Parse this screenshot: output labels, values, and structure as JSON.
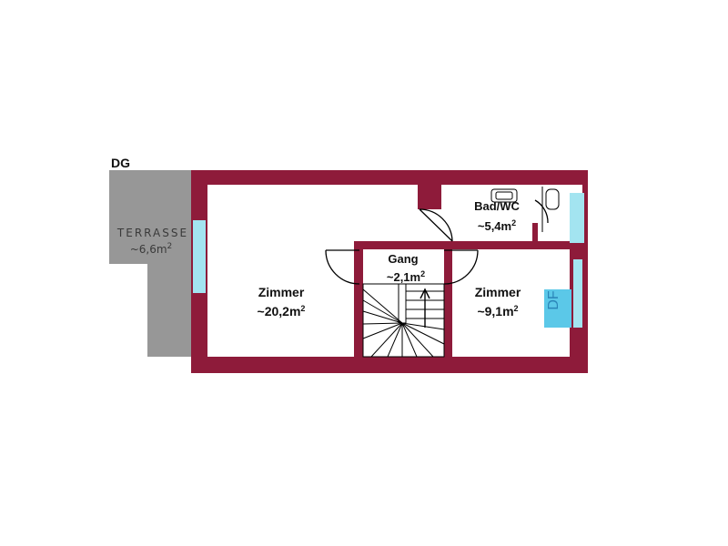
{
  "floor_label": "DG",
  "colors": {
    "wall": "#8e1b3a",
    "window": "#a3e4f0",
    "terrace": "#979797",
    "line": "#000000",
    "df_box": "#5bc8e8",
    "df_text": "#2a85b8"
  },
  "terrace": {
    "name": "TERRASSE",
    "area": "~6,6m",
    "unit_sup": "2"
  },
  "rooms": [
    {
      "name": "Bad/WC",
      "area": "~5,4m",
      "unit_sup": "2"
    },
    {
      "name": "Gang",
      "area": "~2,1m",
      "unit_sup": "2"
    },
    {
      "name": "Zimmer",
      "area": "~20,2m",
      "unit_sup": "2"
    },
    {
      "name": "Zimmer",
      "area": "~9,1m",
      "unit_sup": "2"
    }
  ],
  "df_label": "DF",
  "icons": {
    "stair_direction": "arrow-up-icon",
    "sink": "sink-icon",
    "toilet": "toilet-icon"
  }
}
